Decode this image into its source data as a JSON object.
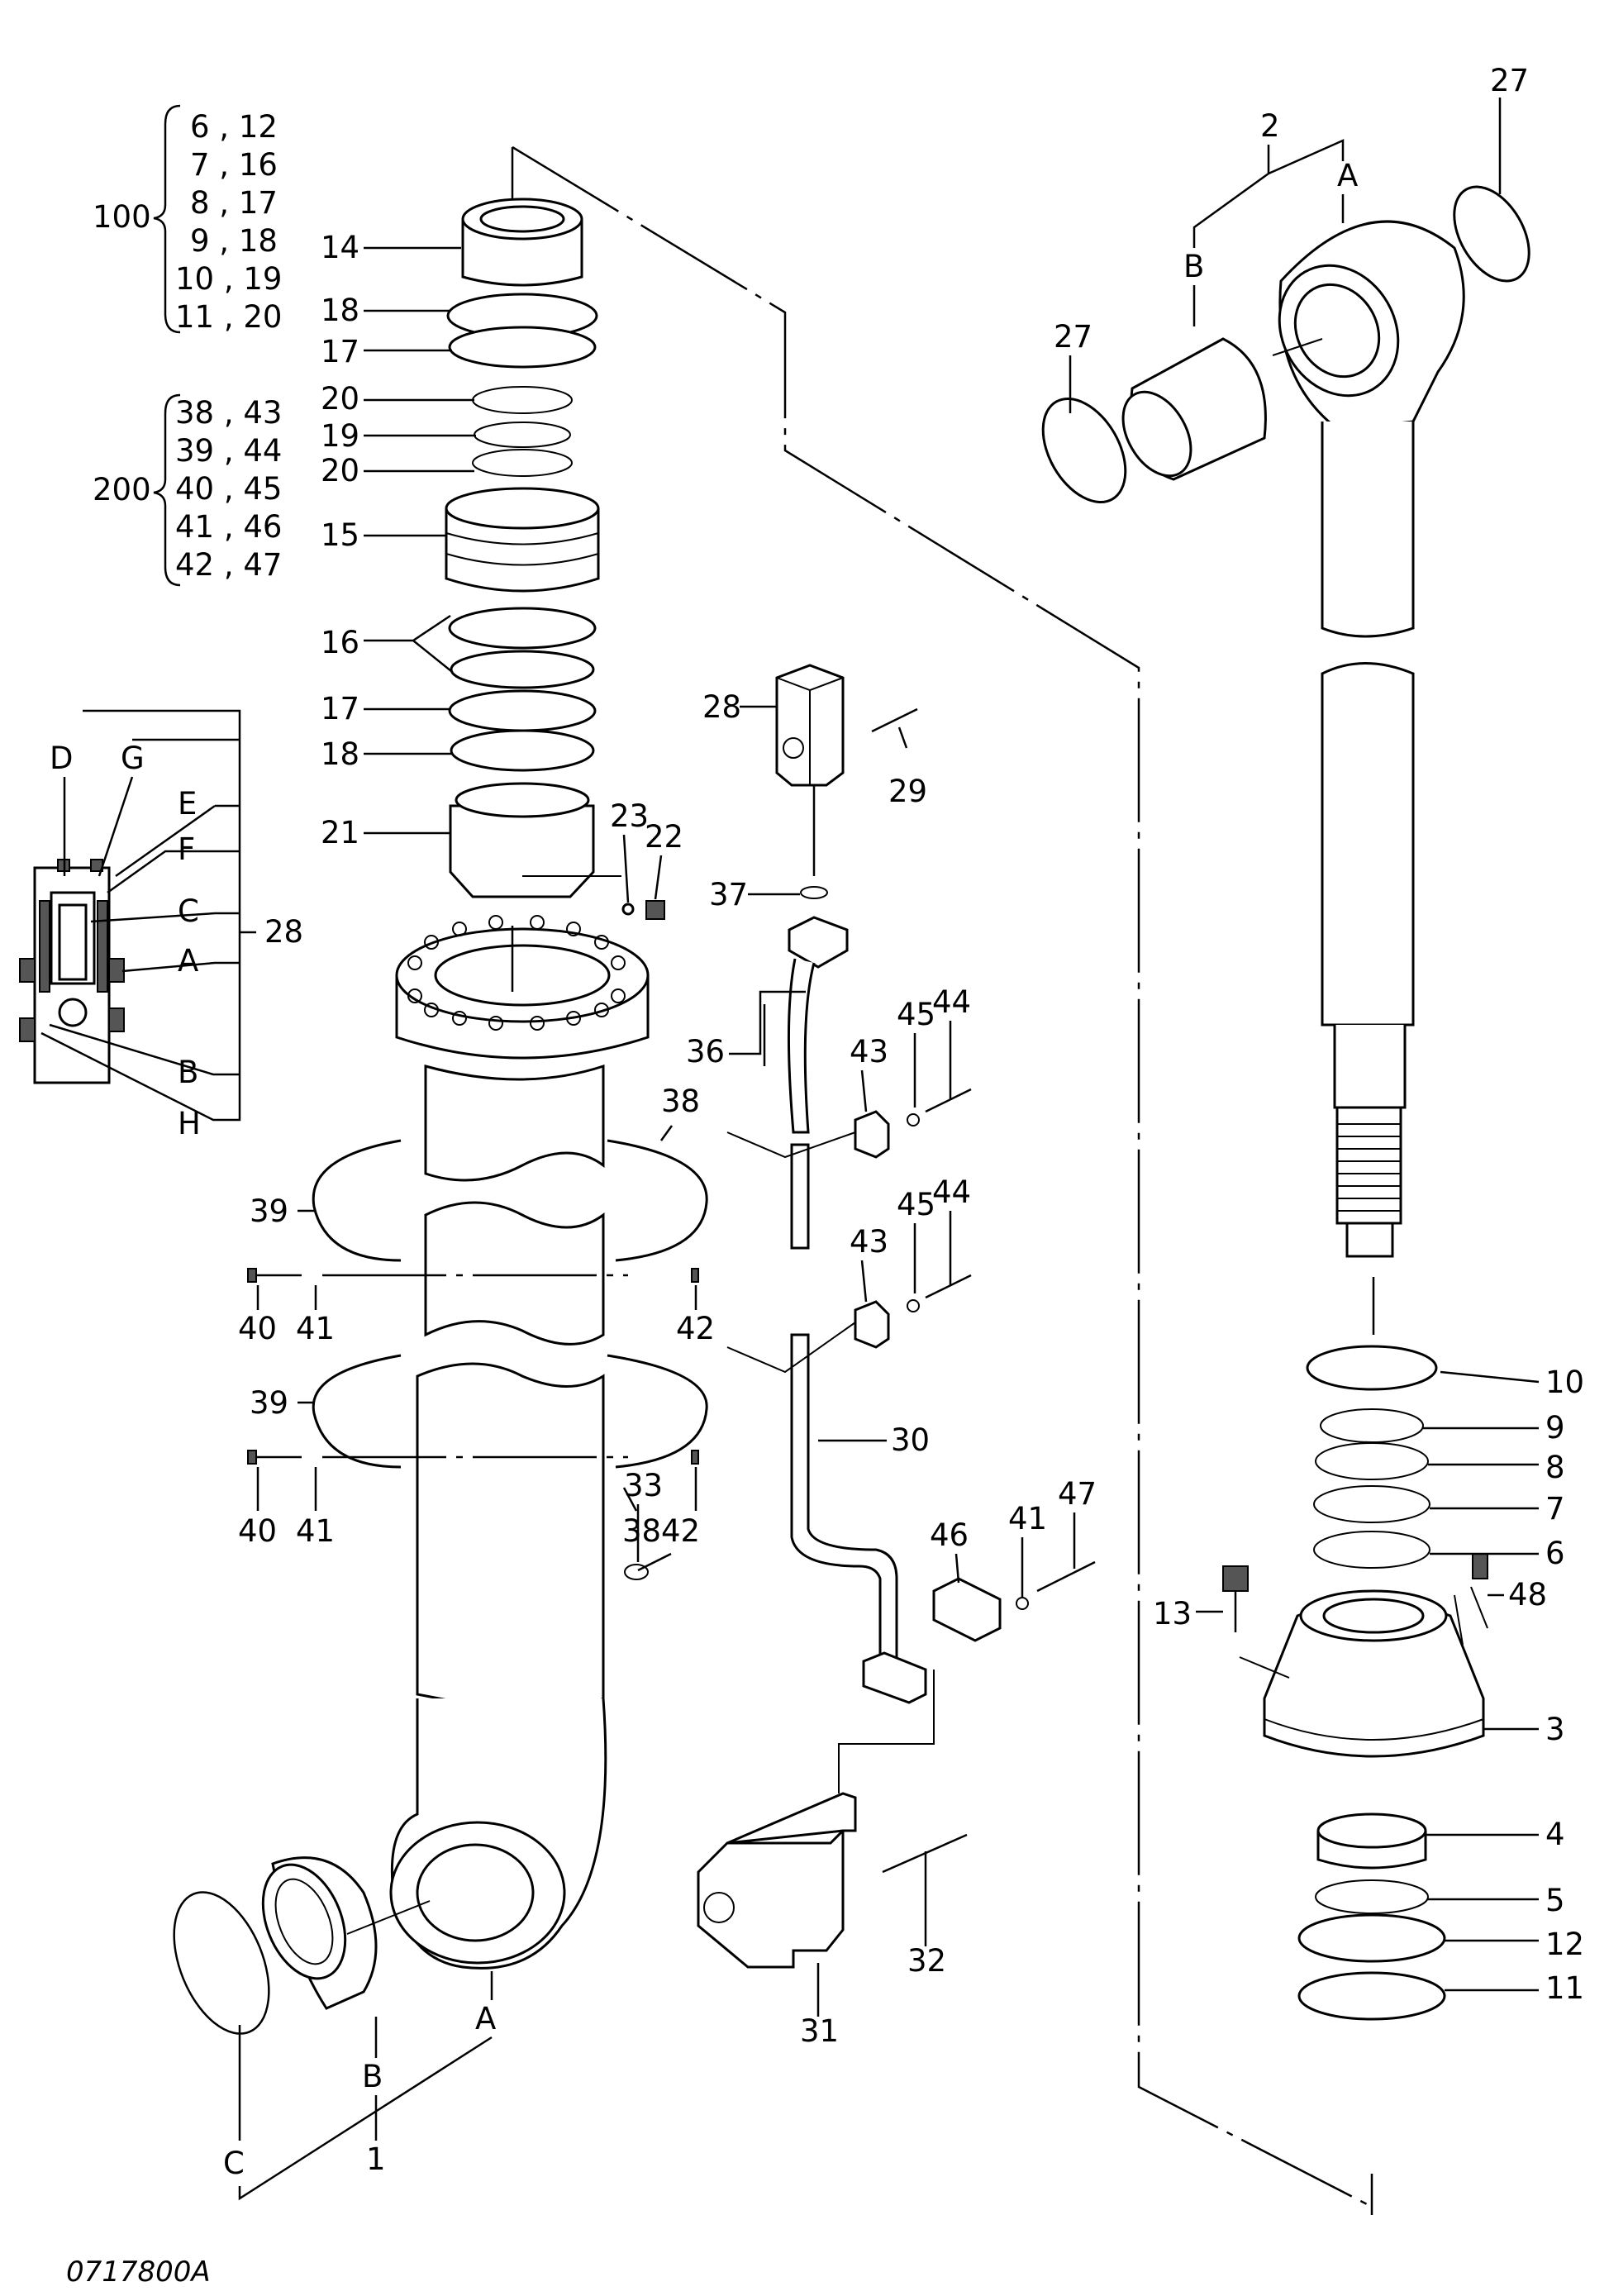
{
  "drawing_id": "0717800A",
  "part_numbers": {
    "p1": "1",
    "p2": "2",
    "p3": "3",
    "p4": "4",
    "p5": "5",
    "p6": "6",
    "p7": "7",
    "p8": "8",
    "p9": "9",
    "p10": "10",
    "p11": "11",
    "p12": "12",
    "p13": "13",
    "p14": "14",
    "p15": "15",
    "p16": "16",
    "p17": "17",
    "p18": "18",
    "p19": "19",
    "p20": "20",
    "p21": "21",
    "p22": "22",
    "p23": "23",
    "p27": "27",
    "p28": "28",
    "p29": "29",
    "p30": "30",
    "p31": "31",
    "p32": "32",
    "p33": "33",
    "p36": "36",
    "p37": "37",
    "p38": "38",
    "p39": "39",
    "p40": "40",
    "p41": "41",
    "p42": "42",
    "p43": "43",
    "p44": "44",
    "p45": "45",
    "p46": "46",
    "p47": "47",
    "p48": "48"
  },
  "letters": {
    "A": "A",
    "B": "B",
    "C": "C",
    "D": "D",
    "E": "E",
    "F": "F",
    "G": "G",
    "H": "H"
  },
  "kit_100": {
    "label": "100",
    "rows": [
      "6 , 12",
      "7 , 16",
      "8 , 17",
      "9 , 18",
      "10 , 19",
      "11 , 20"
    ]
  },
  "kit_200": {
    "label": "200",
    "rows": [
      "38 , 43",
      "39 , 44",
      "40 , 45",
      "41 , 46",
      "42 , 47"
    ]
  }
}
